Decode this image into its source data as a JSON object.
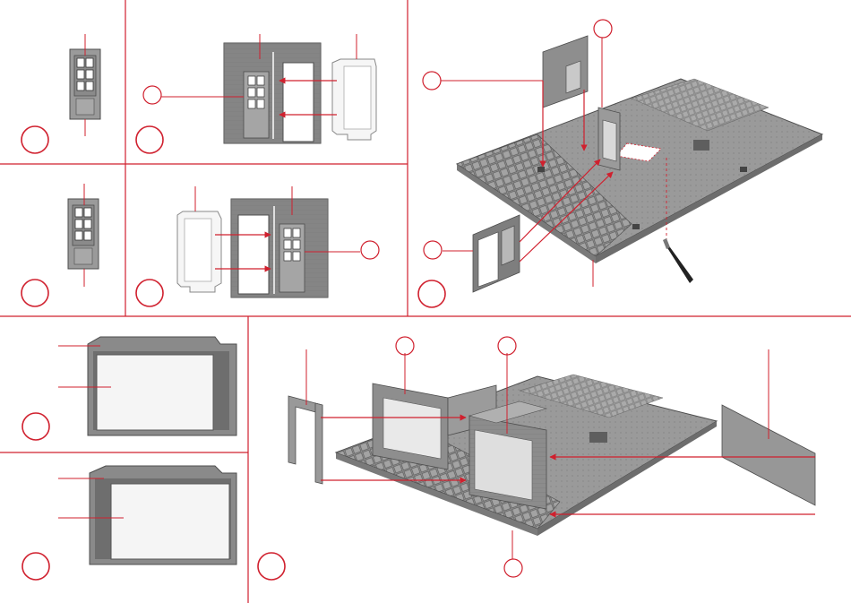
{
  "sheet": {
    "accent_color": "#d0202e",
    "part_gray": "#8f8f8f",
    "part_dark": "#6d6d6d",
    "glazing_white": "#f4f4f4"
  },
  "steps": [
    {
      "id": "1a",
      "label": ""
    },
    {
      "id": "1b",
      "label": ""
    },
    {
      "id": "2a",
      "label": ""
    },
    {
      "id": "2b",
      "label": ""
    },
    {
      "id": "3",
      "label": ""
    },
    {
      "id": "4a",
      "label": ""
    },
    {
      "id": "4b",
      "label": ""
    },
    {
      "id": "5",
      "label": ""
    }
  ],
  "icons": [
    "door-icon",
    "window-glazing-icon",
    "wall-panel-icon",
    "base-plate-icon",
    "hobby-knife-icon",
    "doorframe-icon"
  ]
}
